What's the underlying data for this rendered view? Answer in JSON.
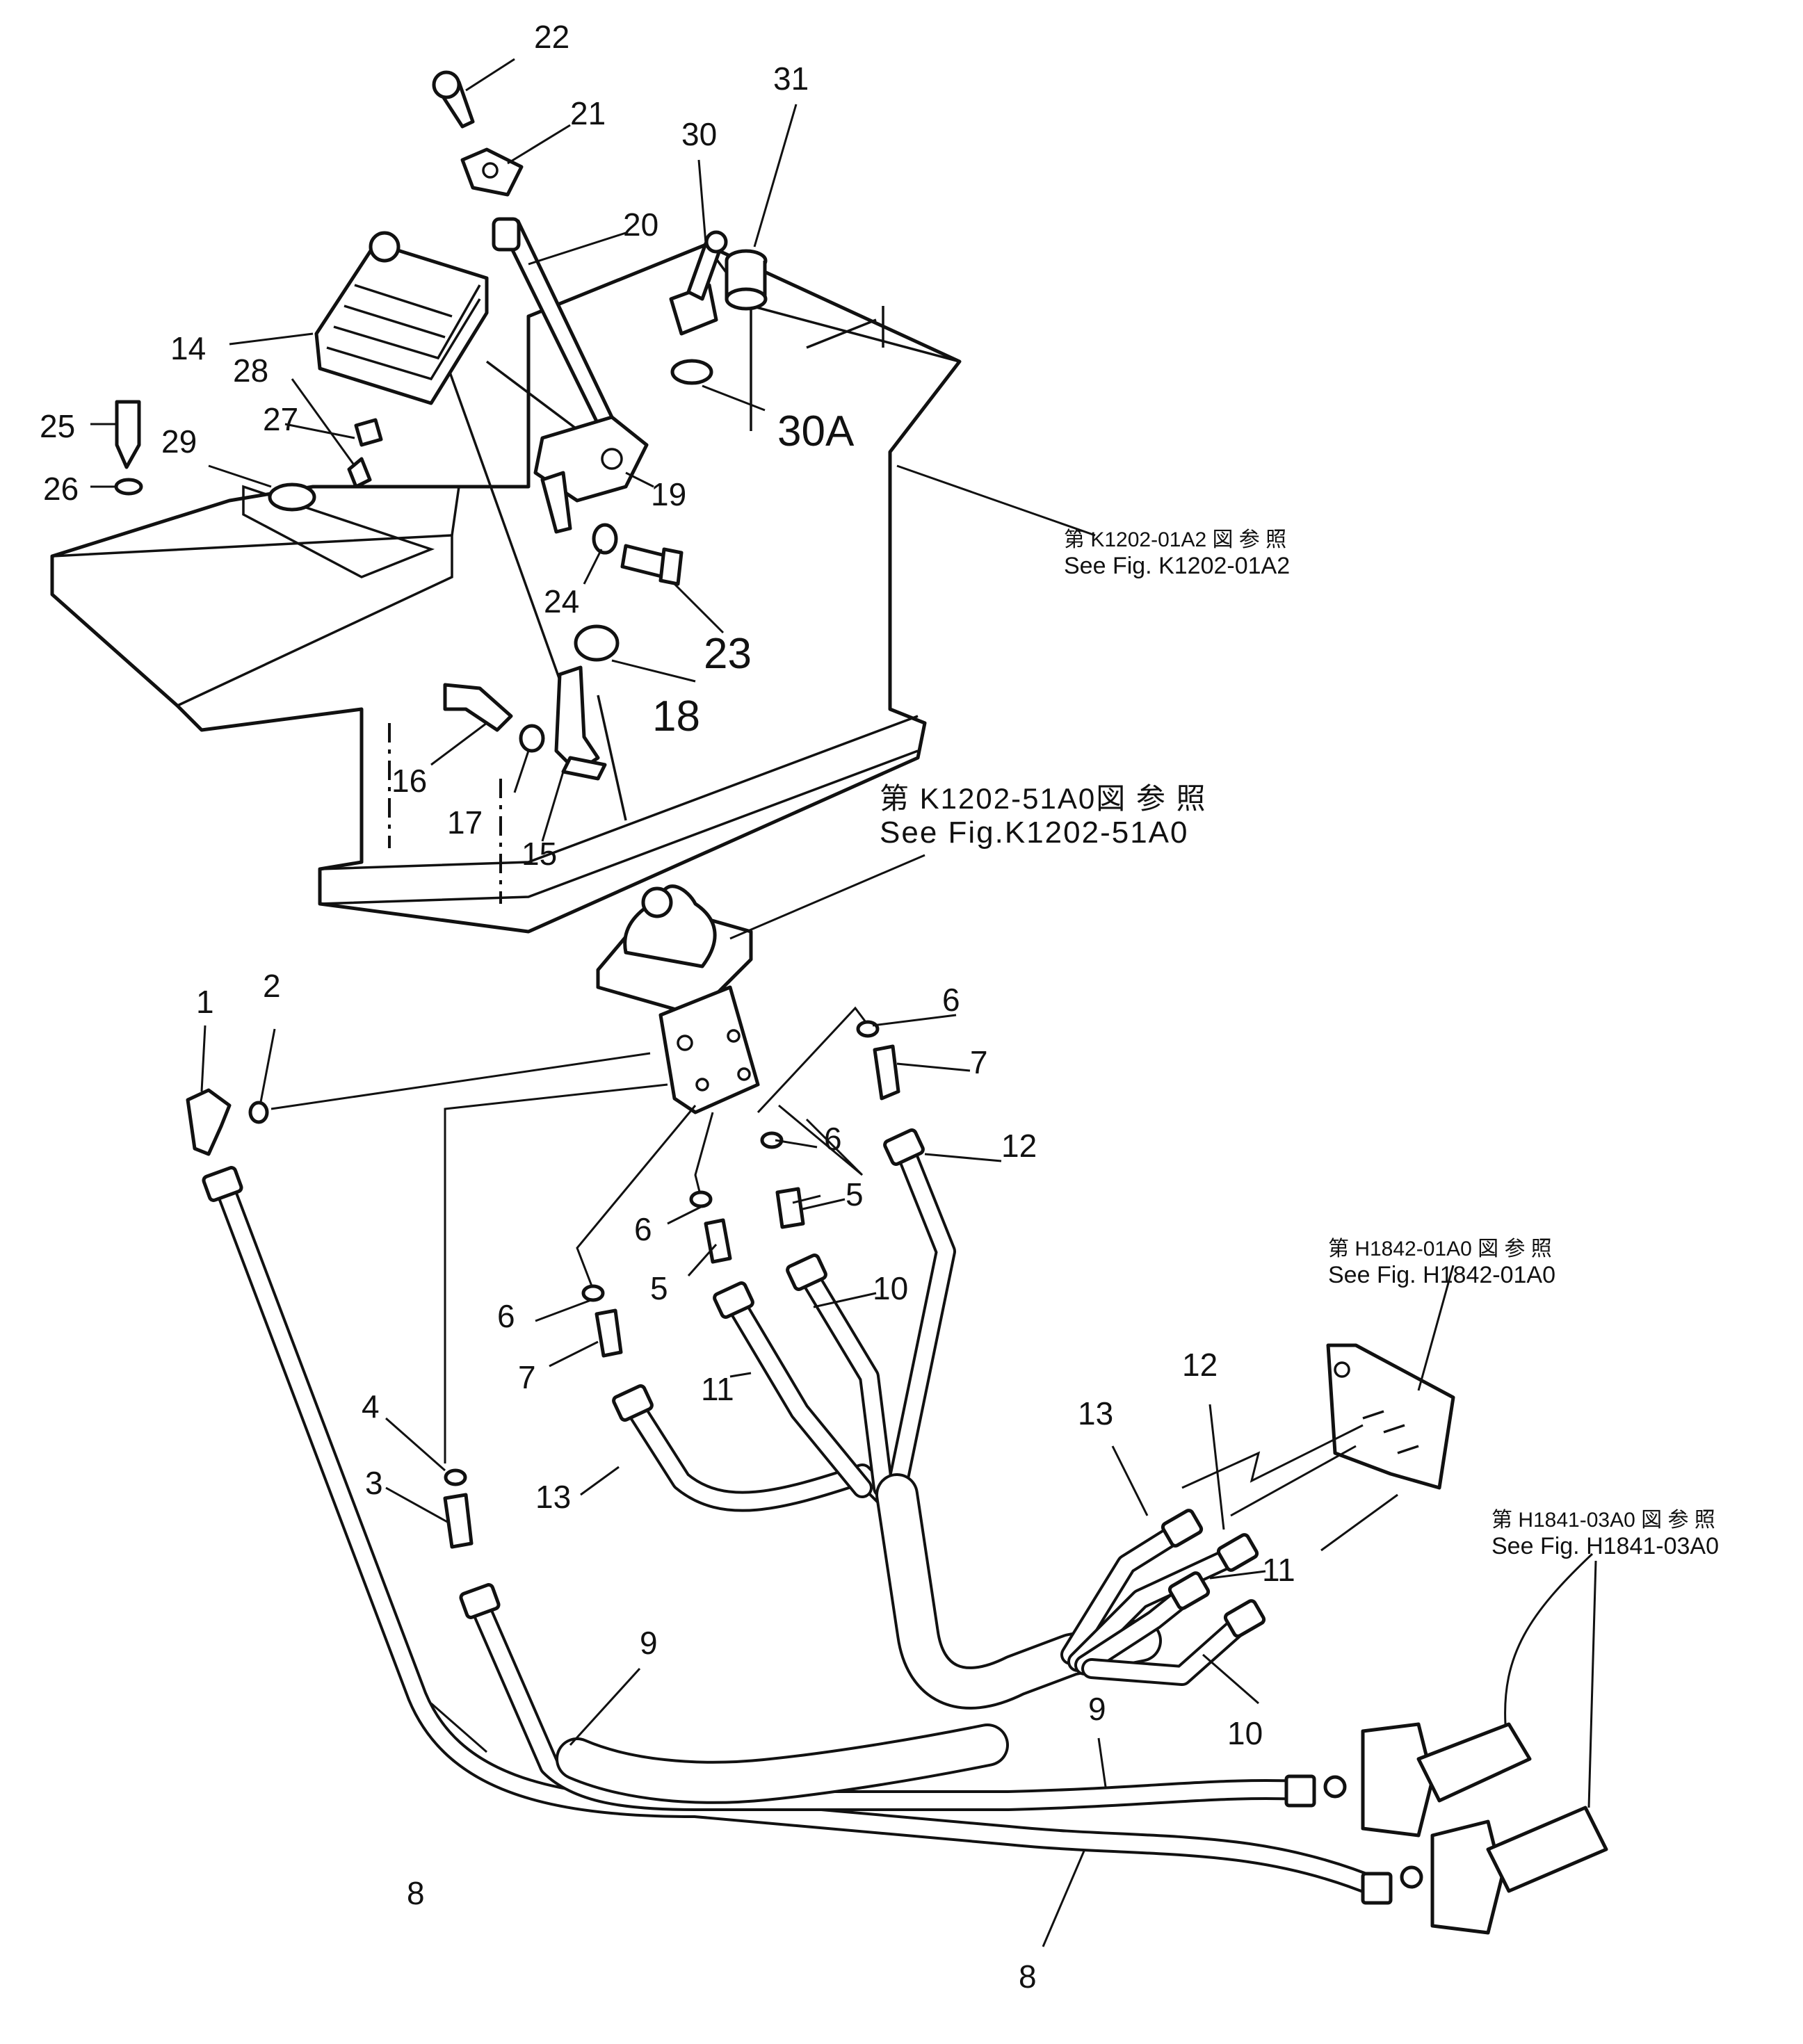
{
  "diagram": {
    "callouts": [
      {
        "id": "c22",
        "text": "22"
      },
      {
        "id": "c21",
        "text": "21"
      },
      {
        "id": "c31",
        "text": "31"
      },
      {
        "id": "c30",
        "text": "30"
      },
      {
        "id": "c20",
        "text": "20"
      },
      {
        "id": "c14",
        "text": "14"
      },
      {
        "id": "c28",
        "text": "28"
      },
      {
        "id": "c27",
        "text": "27"
      },
      {
        "id": "c25",
        "text": "25"
      },
      {
        "id": "c29",
        "text": "29"
      },
      {
        "id": "c26",
        "text": "26"
      },
      {
        "id": "c30a",
        "text": "30A"
      },
      {
        "id": "c19",
        "text": "19"
      },
      {
        "id": "c24",
        "text": "24"
      },
      {
        "id": "c23",
        "text": "23"
      },
      {
        "id": "c18",
        "text": "18"
      },
      {
        "id": "c16",
        "text": "16"
      },
      {
        "id": "c17",
        "text": "17"
      },
      {
        "id": "c15",
        "text": "15"
      },
      {
        "id": "c1",
        "text": "1"
      },
      {
        "id": "c2",
        "text": "2"
      },
      {
        "id": "c6a",
        "text": "6"
      },
      {
        "id": "c7a",
        "text": "7"
      },
      {
        "id": "c6b",
        "text": "6"
      },
      {
        "id": "c12a",
        "text": "12"
      },
      {
        "id": "c6c",
        "text": "6"
      },
      {
        "id": "c5a",
        "text": "5"
      },
      {
        "id": "c5b",
        "text": "5"
      },
      {
        "id": "c10a",
        "text": "10"
      },
      {
        "id": "c6d",
        "text": "6"
      },
      {
        "id": "c7b",
        "text": "7"
      },
      {
        "id": "c11a",
        "text": "11"
      },
      {
        "id": "c4",
        "text": "4"
      },
      {
        "id": "c3",
        "text": "3"
      },
      {
        "id": "c13a",
        "text": "13"
      },
      {
        "id": "c13b",
        "text": "13"
      },
      {
        "id": "c12b",
        "text": "12"
      },
      {
        "id": "c11b",
        "text": "11"
      },
      {
        "id": "c10b",
        "text": "10"
      },
      {
        "id": "c9a",
        "text": "9"
      },
      {
        "id": "c9b",
        "text": "9"
      },
      {
        "id": "c8a",
        "text": "8"
      },
      {
        "id": "c8b",
        "text": "8"
      }
    ],
    "references": [
      {
        "id": "r1",
        "jp": "第 K1202-01A2 図 参 照",
        "en": "See Fig.  K1202-01A2"
      },
      {
        "id": "r2",
        "jp": "第 K1202-51A0図 参 照",
        "en": "See Fig.K1202-51A0"
      },
      {
        "id": "r3",
        "jp": "第 H1842-01A0 図 参 照",
        "en": "See Fig.  H1842-01A0"
      },
      {
        "id": "r4",
        "jp": "第 H1841-03A0 図 参 照",
        "en": "See Fig.  H1841-03A0"
      }
    ]
  }
}
